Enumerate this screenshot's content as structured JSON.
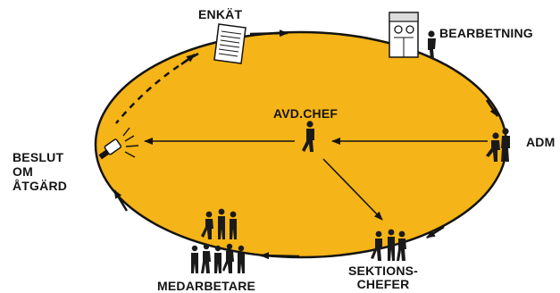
{
  "diagram": {
    "nodes": {
      "enkat": {
        "label": "ENKÄT",
        "icon": "questionnaire-icon"
      },
      "bearbetning": {
        "label": "BEARBETNING",
        "icon": "computer-icon"
      },
      "avd_chef": {
        "label": "AVD.CHEF",
        "icon": "person-icon"
      },
      "adm": {
        "label": "ADM",
        "icon": "people-icon"
      },
      "beslut": {
        "lines": [
          "BESLUT",
          "OM",
          "ÅTGÄRD"
        ],
        "icon": "gavel-icon"
      },
      "sektionschefer": {
        "lines": [
          "SEKTIONS-",
          "CHEFER"
        ],
        "icon": "people-icon"
      },
      "medarbetare": {
        "label": "MEDARBETARE",
        "icon": "crowd-icon"
      }
    },
    "flow": [
      [
        "enkat",
        "bearbetning"
      ],
      [
        "bearbetning",
        "adm"
      ],
      [
        "adm",
        "sektionschefer"
      ],
      [
        "sektionschefer",
        "medarbetare"
      ],
      [
        "medarbetare",
        "beslut"
      ],
      [
        "beslut",
        "enkat"
      ],
      [
        "adm",
        "avd_chef"
      ],
      [
        "avd_chef",
        "beslut"
      ],
      [
        "avd_chef",
        "sektionschefer"
      ]
    ]
  },
  "colors": {
    "ellipse_fill": "#F5B417",
    "line": "#141414",
    "figure": "#1a1a1a",
    "paper": "#ffffff"
  }
}
